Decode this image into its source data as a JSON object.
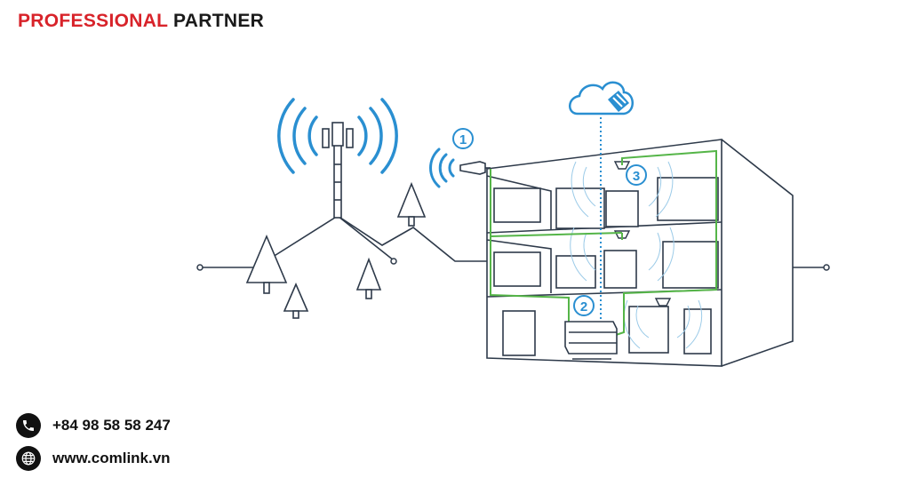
{
  "header": {
    "highlight": "PROFESSIONAL",
    "rest": "PARTNER"
  },
  "diagram": {
    "markers": [
      "1",
      "2",
      "3"
    ]
  },
  "contact": {
    "phone": "+84 98 58 58 247",
    "website": "www.comlink.vn"
  },
  "icons": {
    "phone": "phone-icon",
    "website": "globe-icon"
  },
  "colors": {
    "brand_red": "#d8232a",
    "signal_blue": "#2a8fd1",
    "cable_green": "#55b548",
    "line_dark": "#2e3a4a"
  }
}
